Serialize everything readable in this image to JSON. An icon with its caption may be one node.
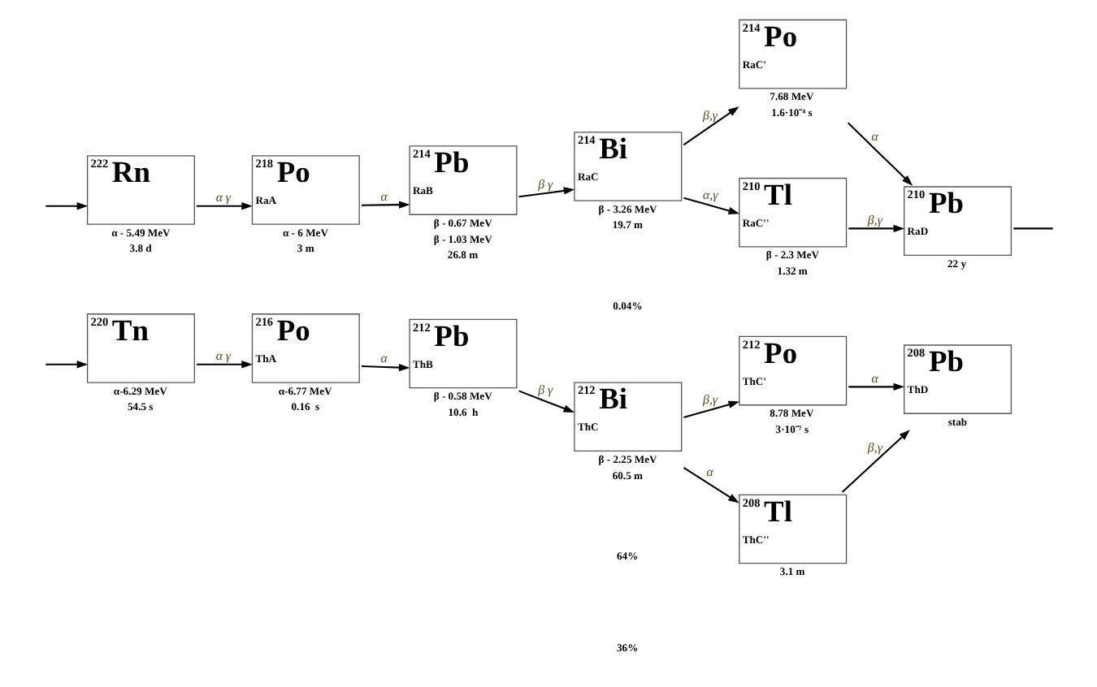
{
  "diagram": {
    "nodes": [
      {
        "text": [
          "222",
          "Rn"
        ],
        "beside": [
          "α - 5.49 MeV",
          "3.8 d"
        ]
      },
      {
        "text": [
          "218",
          "Po",
          "RaA"
        ],
        "beside": [
          "α - 6 MeV",
          "3 m"
        ]
      },
      {
        "text": [
          "214",
          "Pb",
          "RaB"
        ],
        "beside": [
          "β - 0.67 MeV",
          "β - 1.03 MeV",
          "26.8 m"
        ]
      },
      {
        "text": [
          "214",
          "Bi",
          "RaC"
        ],
        "beside": [
          "β - 3.26 MeV",
          "19.7 m"
        ]
      },
      {
        "text": [
          "214",
          "Po",
          "RaC'"
        ],
        "beside": [
          "7.68 MeV",
          "1.6·10⁻⁴ s"
        ]
      },
      {
        "text": [
          "210",
          "Tl",
          "RaC''"
        ],
        "beside": [
          "β - 2.3 MeV",
          "1.32 m"
        ]
      },
      {
        "text": [
          "210",
          "Pb",
          "RaD"
        ],
        "beside": [
          "22 y"
        ]
      },
      {
        "text": [
          "220",
          "Tn"
        ],
        "beside": [
          "α-6.29 MeV",
          "54.5 s"
        ]
      },
      {
        "text": [
          "216",
          "Po",
          "ThA"
        ],
        "beside": [
          "α-6.77 MeV",
          "0.16  s"
        ]
      },
      {
        "text": [
          "212",
          "Pb",
          "ThB"
        ],
        "beside": [
          "β - 0.58 MeV",
          "10.6  h"
        ]
      },
      {
        "text": [
          "212",
          "Bi",
          "ThC"
        ],
        "beside": [
          "β - 2.25 MeV",
          "60.5 m"
        ]
      },
      {
        "text": [
          "212",
          "Po",
          "ThC'"
        ],
        "beside": [
          "8.78 MeV",
          "3·10⁻⁷ s"
        ]
      },
      {
        "text": [
          "208",
          "Tl",
          "ThC''"
        ],
        "beside": [
          "3.1 m"
        ]
      },
      {
        "text": [
          "208",
          "Pb",
          "ThD"
        ],
        "beside": [
          "stab"
        ]
      }
    ],
    "edges": [
      {
        "from": null,
        "to": 0,
        "arrow": "to"
      },
      {
        "from": 0,
        "to": 1,
        "arrow": "to",
        "label": "α γ"
      },
      {
        "from": 1,
        "to": 2,
        "arrow": "to",
        "label": "α"
      },
      {
        "from": 2,
        "to": 3,
        "arrow": "to",
        "label": "β γ"
      },
      {
        "from": 3,
        "to": 4,
        "arrow": "to",
        "label": "β,γ"
      },
      {
        "from": 3,
        "to": 5,
        "arrow": "to",
        "label": "α,γ"
      },
      {
        "from": 4,
        "to": 6,
        "arrow": "to",
        "label": "α"
      },
      {
        "from": 5,
        "to": 6,
        "arrow": "to",
        "label": "β,γ"
      },
      {
        "from": 6,
        "to": null,
        "arrow": "none"
      },
      {
        "from": null,
        "to": 7,
        "arrow": "to"
      },
      {
        "from": 7,
        "to": 8,
        "arrow": "to",
        "label": "α γ"
      },
      {
        "from": 8,
        "to": 9,
        "arrow": "to",
        "label": "α"
      },
      {
        "from": 9,
        "to": 10,
        "arrow": "to",
        "label": "β γ"
      },
      {
        "from": 10,
        "to": 11,
        "arrow": "to",
        "label": "β,γ"
      },
      {
        "from": 10,
        "to": 12,
        "arrow": "to",
        "label": "α"
      },
      {
        "from": 11,
        "to": 13,
        "arrow": "to",
        "label": "α"
      },
      {
        "from": 12,
        "to": 13,
        "arrow": "to",
        "label": "β,γ"
      }
    ],
    "labels": [
      "0.04%",
      "64%",
      "36%"
    ]
  }
}
